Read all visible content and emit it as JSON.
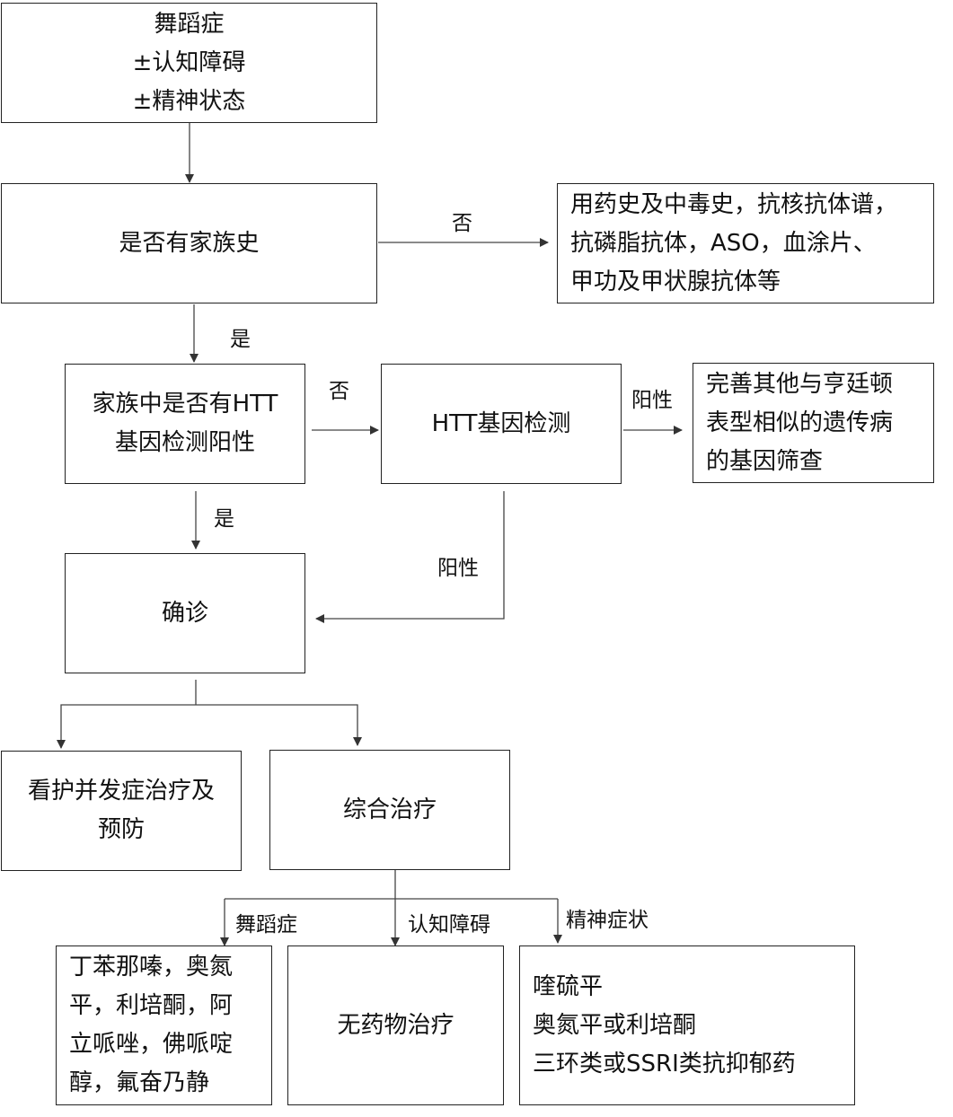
{
  "nodes": {
    "start": [
      "舞蹈症",
      "±认知障碍",
      "±精神状态"
    ],
    "family_history": [
      "是否有家族史"
    ],
    "screening": [
      "用药史及中毒史，抗核抗体谱，",
      "抗磷脂抗体，ASO，血涂片、",
      "甲功及甲状腺抗体等"
    ],
    "family_htt": [
      "家族中是否有HTT",
      "基因检测阳性"
    ],
    "htt_test": [
      "HTT基因检测"
    ],
    "other_genes": [
      "完善其他与亨廷顿",
      "表型相似的遗传病",
      "的基因筛查"
    ],
    "diagnosis": [
      "确诊"
    ],
    "care": [
      "看护并发症治疗及",
      "预防"
    ],
    "comprehensive": [
      "综合治疗"
    ],
    "drugs_chorea": [
      "丁苯那嗪，奥氮",
      "平，利培酮，阿",
      "立哌唑，佛哌啶",
      "醇，氟奋乃静"
    ],
    "no_drug": [
      "无药物治疗"
    ],
    "drugs_psych": [
      "喹硫平",
      "奥氮平或利培酮",
      "三环类或SSRI类抗抑郁药"
    ]
  },
  "edge_labels": {
    "no_1": "否",
    "yes_1": "是",
    "no_2": "否",
    "positive_1": "阳性",
    "yes_2": "是",
    "positive_2": "阳性",
    "chorea": "舞蹈症",
    "cognitive": "认知障碍",
    "psychiatric": "精神症状"
  }
}
